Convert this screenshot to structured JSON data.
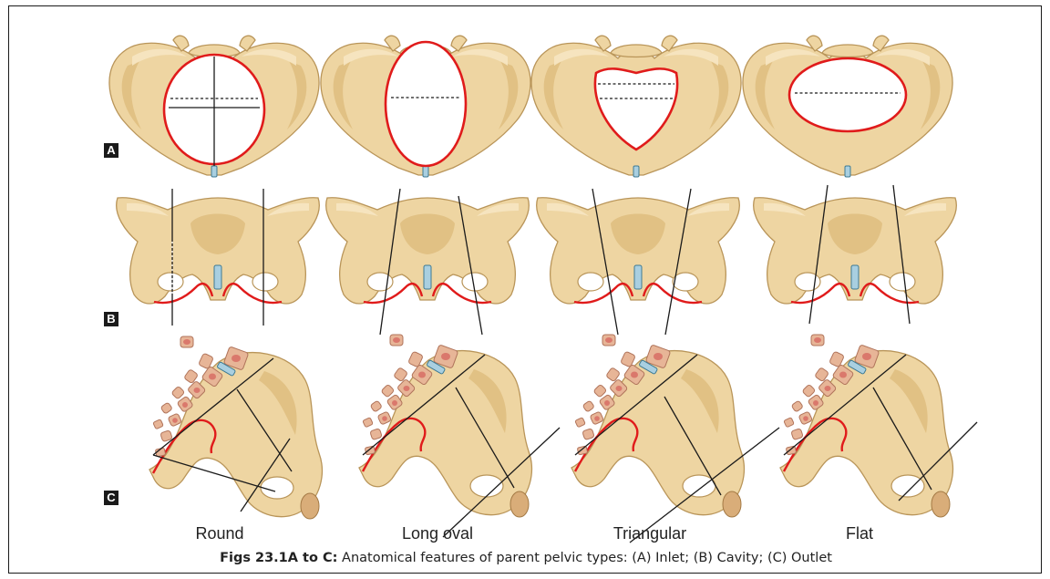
{
  "row_labels": {
    "a": "A",
    "b": "B",
    "c": "C"
  },
  "types": [
    "Round",
    "Long oval",
    "Triangular",
    "Flat"
  ],
  "caption": {
    "bold": "Figs 23.1A to C:",
    "text": " Anatomical features of parent pelvic types: (A) Inlet; (B) Cavity; (C) Outlet"
  },
  "colors": {
    "bone": "#eed5a2",
    "outline_red": "#e01b1b",
    "symphysis": "#a9cfe0",
    "border": "#1a1a1a"
  }
}
